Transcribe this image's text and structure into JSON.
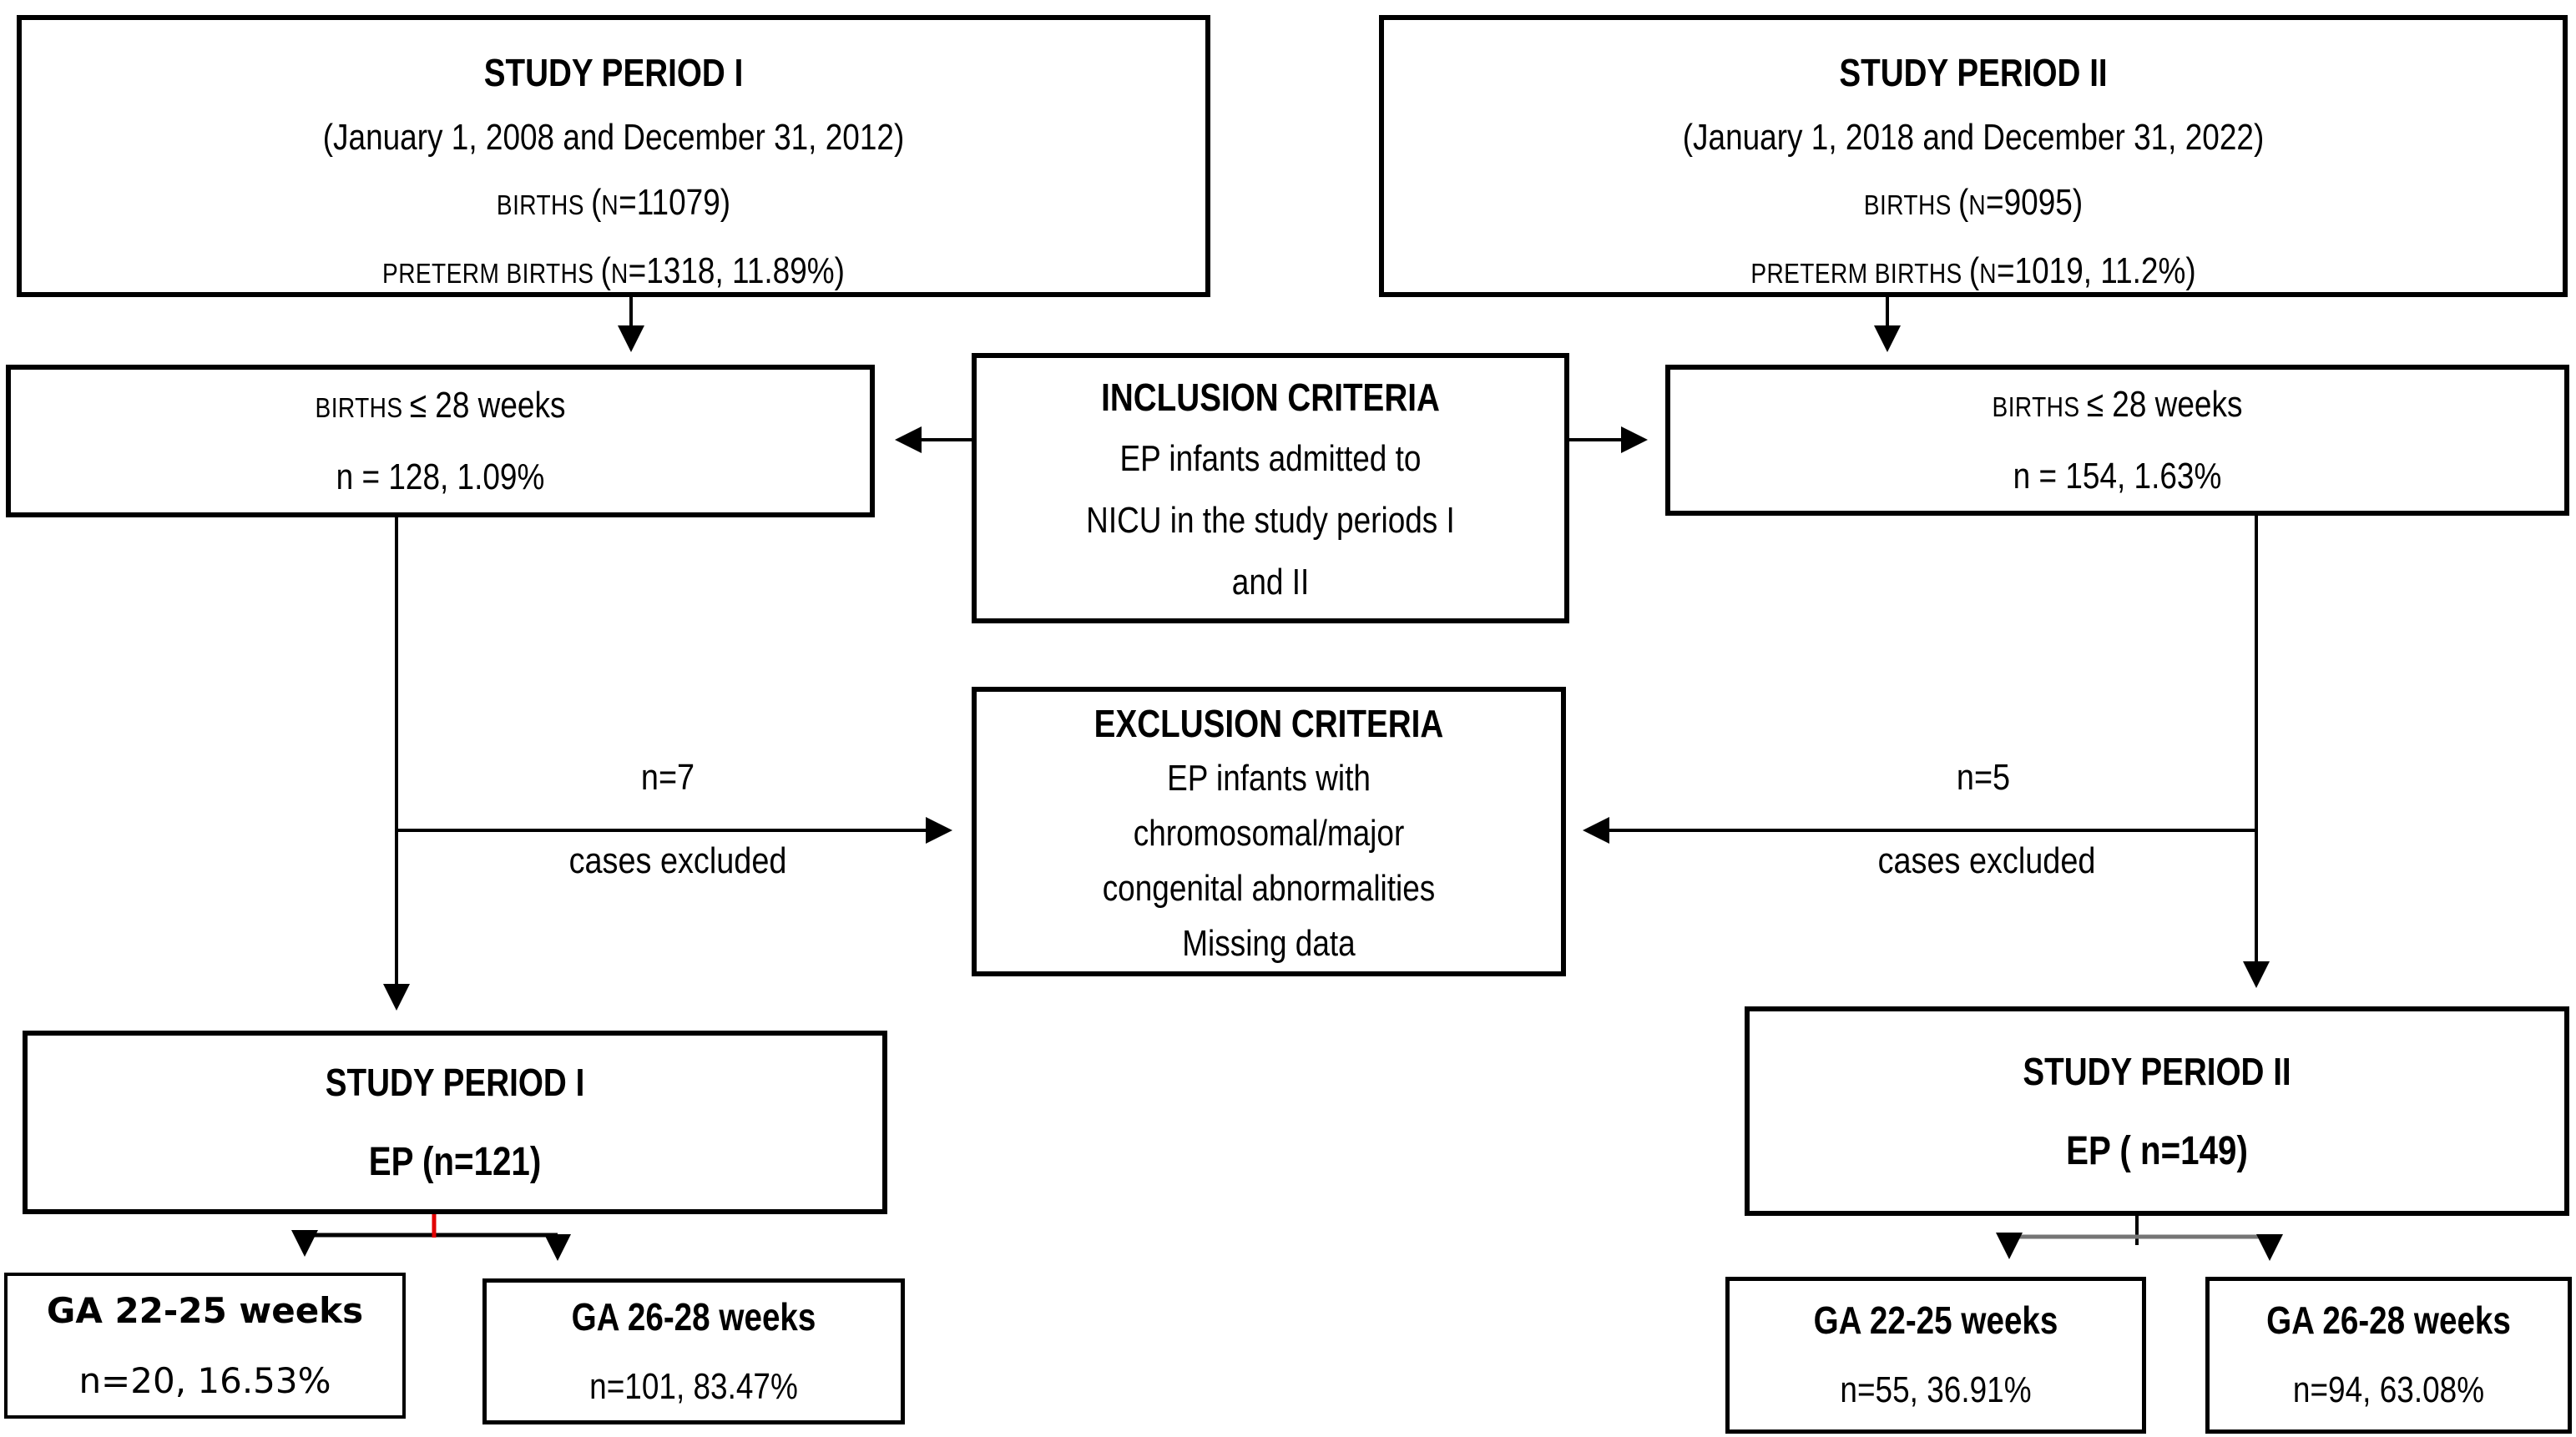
{
  "colors": {
    "border": "#000000",
    "line": "#000000",
    "red_connector": "#e10000",
    "gray_line": "#757575",
    "background": "#ffffff",
    "text": "#000000"
  },
  "boxes": {
    "period1_top": {
      "title": "STUDY PERIOD I",
      "dates": "(January 1, 2008 and December 31, 2012)",
      "births_label": "BIRTHS ",
      "births_paren": "(",
      "births_n": "N",
      "births_value": "=11079)",
      "preterm_label": "PRETERM BIRTHS ",
      "preterm_paren": "(",
      "preterm_n": "N",
      "preterm_value": "=1318, 11.89%)"
    },
    "period2_top": {
      "title": "STUDY PERIOD II",
      "dates": "(January 1, 2018 and December 31, 2022)",
      "births_label": "BIRTHS ",
      "births_paren": "(",
      "births_n": "N",
      "births_value": "=9095)",
      "preterm_label": "PRETERM BIRTHS ",
      "preterm_paren": "(",
      "preterm_n": "N",
      "preterm_value": "=1019, 11.2%)"
    },
    "births_left": {
      "births_label": "BIRTHS ",
      "threshold": "≤ 28 weeks",
      "count": "n = 128, 1.09%"
    },
    "births_right": {
      "births_label": "BIRTHS ",
      "threshold": "≤ 28 weeks",
      "count": "n = 154, 1.63%"
    },
    "inclusion": {
      "title": "INCLUSION CRITERIA",
      "line1": "EP infants admitted to",
      "line2": "NICU in the study periods I",
      "line3": "and II"
    },
    "exclusion": {
      "title": "EXCLUSION CRITERIA",
      "line1": "EP infants with",
      "line2": "chromosomal/major",
      "line3": "congenital abnormalities",
      "line4": "Missing data"
    },
    "ep_period1": {
      "title": "STUDY PERIOD I",
      "subtitle": "EP (n=121)"
    },
    "ep_period2": {
      "title": "STUDY PERIOD II",
      "subtitle": "EP ( n=149)"
    },
    "ga_left_22_25": {
      "title": "GA 22-25 weeks",
      "value": "n=20, 16.53%"
    },
    "ga_left_26_28": {
      "title": "GA 26-28 weeks",
      "value": "n=101, 83.47%"
    },
    "ga_right_22_25": {
      "title": "GA 22-25 weeks",
      "value": "n=55, 36.91%"
    },
    "ga_right_26_28": {
      "title": "GA 26-28 weeks",
      "value": "n=94, 63.08%"
    }
  },
  "edge_labels": {
    "left_exclusion": {
      "count": "n=7",
      "caption": "cases excluded"
    },
    "right_exclusion": {
      "count": "n=5",
      "caption": "cases excluded"
    }
  }
}
